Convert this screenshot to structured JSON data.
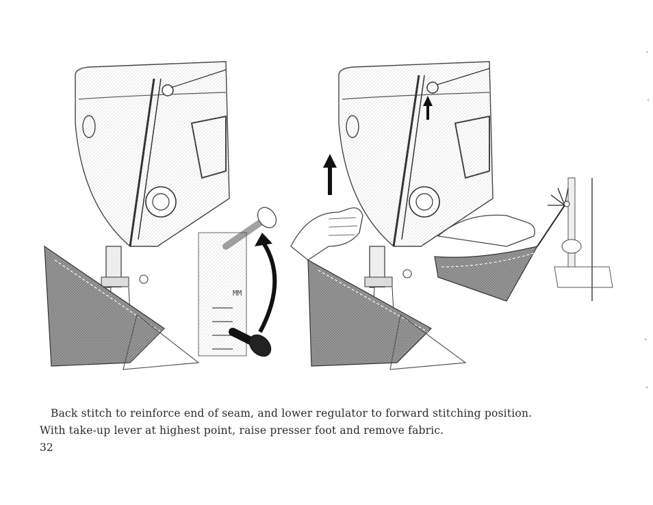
{
  "caption": {
    "line1": "Back stitch to reinforce end of seam, and lower regulator to forward stitching position.",
    "line2": "With take-up lever at highest point, raise presser foot and remove fabric."
  },
  "page_number": "32",
  "illustrations": [
    {
      "name": "lower-regulator-panel",
      "icon": "stitch-regulator-arrow-down"
    },
    {
      "name": "raise-presser-foot-panel",
      "icon": "arrow-up"
    },
    {
      "name": "remove-fabric-panel",
      "icon": "thread-cutter"
    }
  ],
  "colors": {
    "ink": "#2a2a2a",
    "fabric": "#8f8f8f",
    "paper": "#ffffff"
  }
}
